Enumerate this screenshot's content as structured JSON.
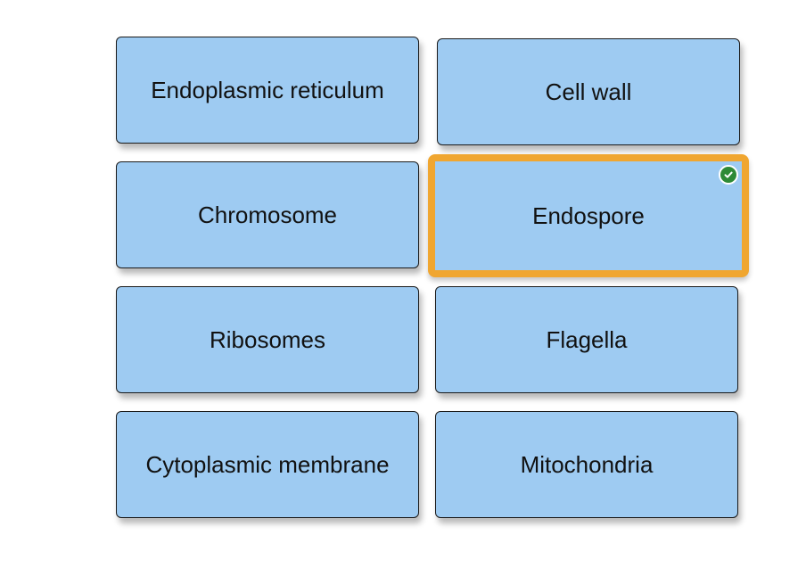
{
  "tiles": [
    {
      "label": "Endoplasmic reticulum",
      "selected": false
    },
    {
      "label": "Cell wall",
      "selected": false
    },
    {
      "label": "Chromosome",
      "selected": false
    },
    {
      "label": "Endospore",
      "selected": true
    },
    {
      "label": "Ribosomes",
      "selected": false
    },
    {
      "label": "Flagella",
      "selected": false
    },
    {
      "label": "Cytoplasmic membrane",
      "selected": false
    },
    {
      "label": "Mitochondria",
      "selected": false
    }
  ],
  "colors": {
    "tile_fill": "#9ecbf2",
    "tile_border": "#1b1b1b",
    "selected_border": "#f0a630",
    "check_badge": "#2e8a36"
  },
  "icons": {
    "selected_indicator": "check-circle-icon"
  }
}
